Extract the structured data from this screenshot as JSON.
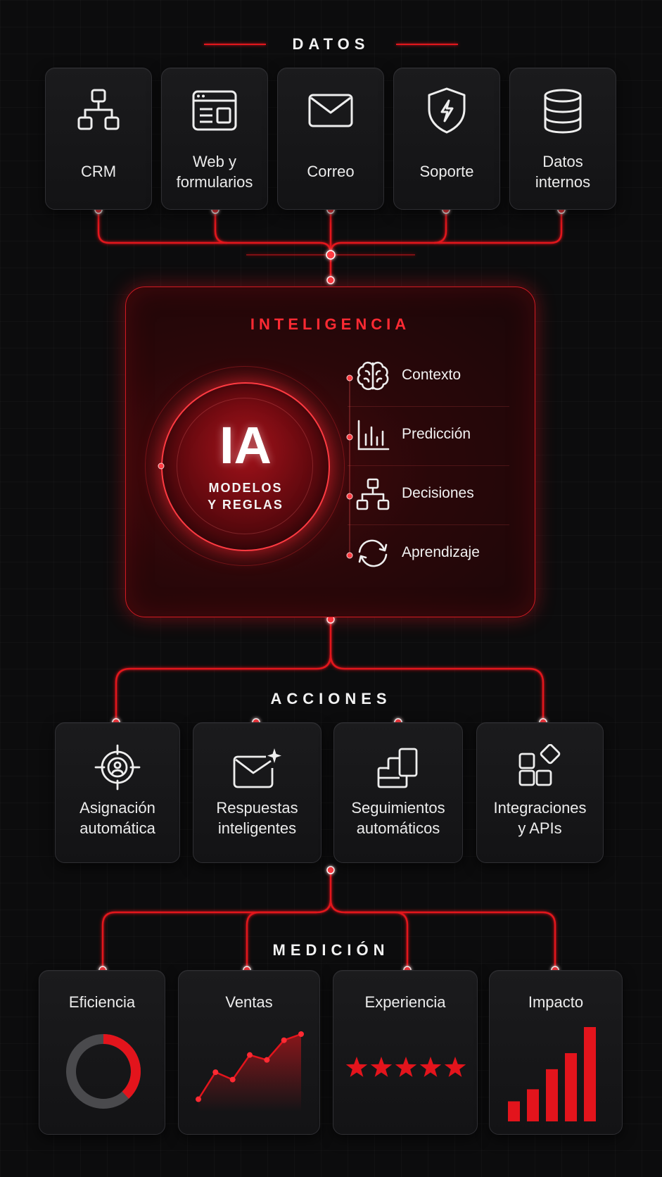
{
  "sections": {
    "datos": "DATOS",
    "inteligencia": "INTELIGENCIA",
    "acciones": "ACCIONES",
    "medicion": "MEDICIÓN"
  },
  "sources": [
    {
      "label": "CRM",
      "icon": "org-chart-icon"
    },
    {
      "label": "Web y\nformularios",
      "icon": "browser-window-icon"
    },
    {
      "label": "Correo",
      "icon": "envelope-icon"
    },
    {
      "label": "Soporte",
      "icon": "shield-lightning-icon"
    },
    {
      "label": "Datos\ninternos",
      "icon": "database-icon"
    }
  ],
  "ia": {
    "big": "IA",
    "subtitle_line1": "MODELOS",
    "subtitle_line2": "Y REGLAS"
  },
  "capabilities": [
    {
      "label": "Contexto",
      "icon": "brain-icon"
    },
    {
      "label": "Predicción",
      "icon": "bar-chart-icon"
    },
    {
      "label": "Decisiones",
      "icon": "hierarchy-icon"
    },
    {
      "label": "Aprendizaje",
      "icon": "refresh-cycle-icon"
    }
  ],
  "actions": [
    {
      "label": "Asignación\nautomática",
      "icon": "target-user-icon"
    },
    {
      "label": "Respuestas\ninteligentes",
      "icon": "envelope-sparkle-icon"
    },
    {
      "label": "Seguimientos\nautomáticos",
      "icon": "stacked-cards-icon"
    },
    {
      "label": "Integraciones\ny APIs",
      "icon": "blocks-icon"
    }
  ],
  "metrics": [
    {
      "label": "Eficiencia",
      "icon": "donut-icon"
    },
    {
      "label": "Ventas",
      "icon": "trend-line-icon"
    },
    {
      "label": "Experiencia",
      "icon": "five-stars-icon"
    },
    {
      "label": "Impacto",
      "icon": "ascending-bars-icon"
    }
  ],
  "visuals": {
    "eficiencia_fraction": 0.38,
    "experiencia_stars": 5,
    "ventas_trend": [
      1,
      3.2,
      2.6,
      4.6,
      4.2,
      5.8,
      6.3
    ],
    "impacto_bars": [
      1,
      1.6,
      2.6,
      3.4,
      4.7
    ]
  },
  "colors": {
    "accent": "#e3141c",
    "background": "#0c0c0d",
    "card": "#161618"
  }
}
